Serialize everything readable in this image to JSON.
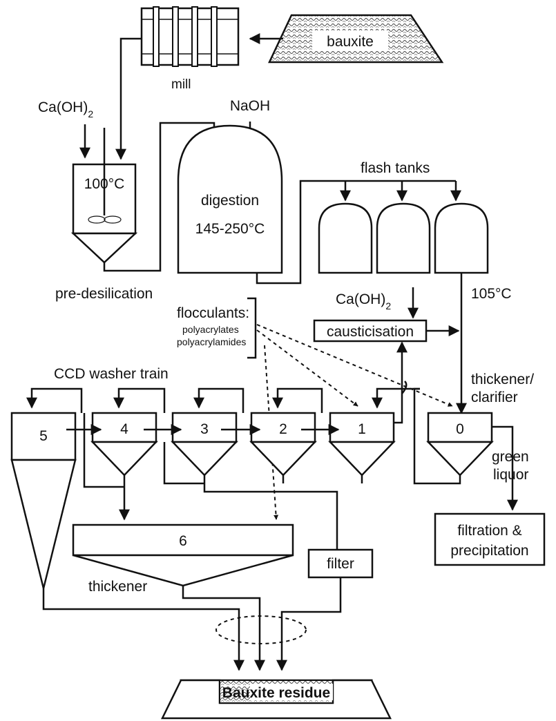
{
  "labels": {
    "bauxite": "bauxite",
    "mill": "mill",
    "caoh2_top": "Ca(OH)",
    "caoh2_top_sub": "2",
    "naoh": "NaOH",
    "predesil_temp": "100°C",
    "predesilication": "pre-desilication",
    "digestion": "digestion",
    "digestion_temp": "145-250°C",
    "flash_tanks": "flash tanks",
    "flash_temp": "105°C",
    "caoh2_mid": "Ca(OH)",
    "caoh2_mid_sub": "2",
    "causticisation": "causticisation",
    "flocculants": "flocculants:",
    "polyacrylates": "polyacrylates",
    "polyacrylamides": "polyacrylamides",
    "ccd_train": "CCD washer train",
    "thickener_clarifier_1": "thickener/",
    "thickener_clarifier_2": "clarifier",
    "washer_5": "5",
    "washer_4": "4",
    "washer_3": "3",
    "washer_2": "2",
    "washer_1": "1",
    "washer_0": "0",
    "green_liquor_1": "green",
    "green_liquor_2": "liquor",
    "thickener_6": "6",
    "thickener": "thickener",
    "filter": "filter",
    "filtration_1": "filtration &",
    "filtration_2": "precipitation",
    "residue": "Bauxite  residue"
  }
}
